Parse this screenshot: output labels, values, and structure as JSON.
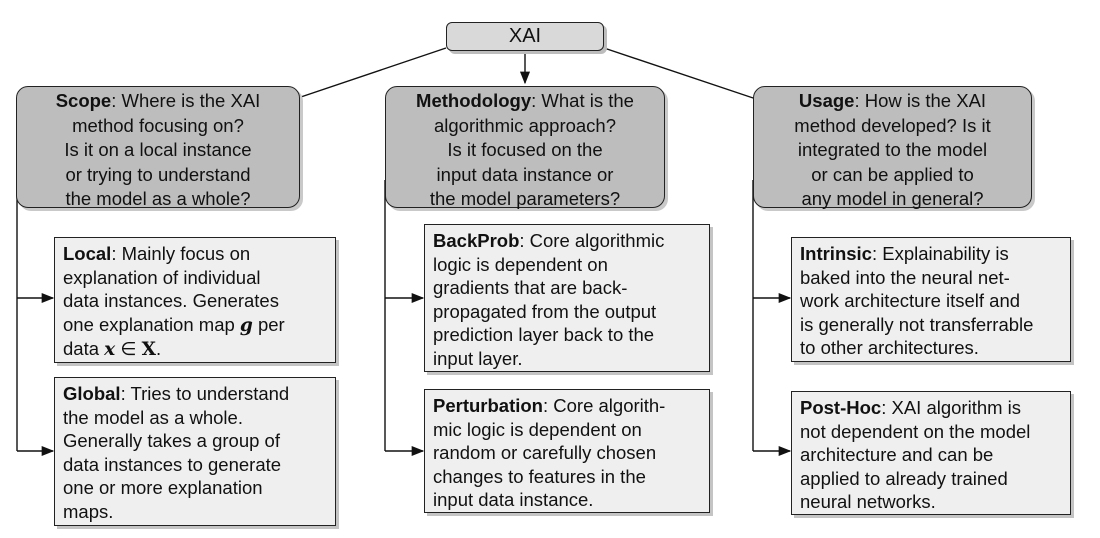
{
  "root": {
    "label": "XAI"
  },
  "categories": [
    {
      "title": "Scope",
      "lines": [
        ": Where is the XAI",
        "method focusing on?",
        "Is it on a local instance",
        "or trying to understand",
        "the model as a whole?"
      ],
      "children": [
        {
          "title": "Local",
          "lines": [
            ": Mainly focus on",
            "explanation of individual",
            "data instances. Generates",
            "one explanation map ",
            " per",
            "data "
          ],
          "math": [
            "g",
            "x",
            "∈",
            "X"
          ]
        },
        {
          "title": "Global",
          "lines": [
            ": Tries to understand",
            "the model as a whole.",
            "Generally takes a group of",
            "data instances to generate",
            "one or more explanation",
            "maps."
          ]
        }
      ]
    },
    {
      "title": "Methodology",
      "lines": [
        ": What is the",
        "algorithmic approach?",
        "Is it focused on the",
        "input data instance or",
        "the model parameters?"
      ],
      "children": [
        {
          "title": "BackProb",
          "lines": [
            ": Core algorithmic",
            "logic is dependent on",
            "gradients that are back-",
            "propagated from the output",
            "prediction layer back to the",
            "input layer."
          ]
        },
        {
          "title": "Perturbation",
          "lines": [
            ": Core algorith-",
            "mic logic is dependent on",
            "random or carefully chosen",
            "changes to features in the",
            "input data instance."
          ]
        }
      ]
    },
    {
      "title": "Usage",
      "lines": [
        ": How is the XAI",
        "method developed? Is it",
        "integrated to the model",
        "or can be applied to",
        "any model in general?"
      ],
      "children": [
        {
          "title": "Intrinsic",
          "lines": [
            ": Explainability is",
            "baked into the neural net-",
            "work architecture itself and",
            "is generally not transferrable",
            "to other architectures."
          ]
        },
        {
          "title": "Post-Hoc",
          "lines": [
            ": XAI algorithm is",
            "not dependent on the model",
            "architecture and can be",
            "applied to already trained",
            "neural networks."
          ]
        }
      ]
    }
  ]
}
